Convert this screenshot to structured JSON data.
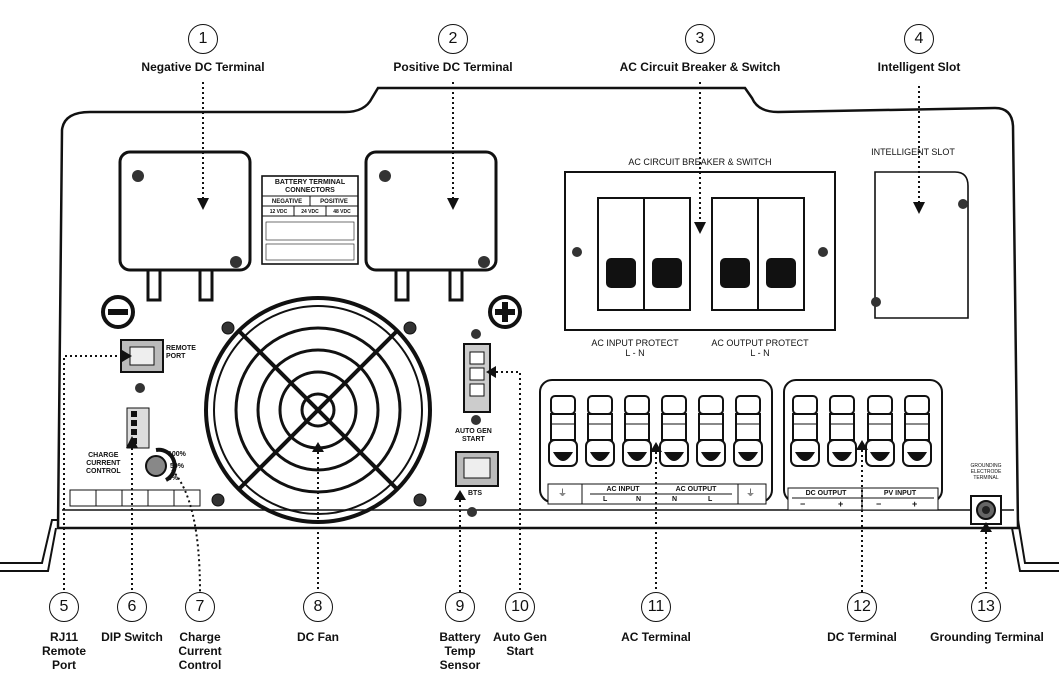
{
  "callouts_top": [
    {
      "num": "1",
      "label": "Negative DC Terminal"
    },
    {
      "num": "2",
      "label": "Positive DC Terminal"
    },
    {
      "num": "3",
      "label": "AC Circuit Breaker & Switch"
    },
    {
      "num": "4",
      "label": "Intelligent Slot"
    }
  ],
  "callouts_bottom": [
    {
      "num": "5",
      "label": "RJ11\nRemote\nPort"
    },
    {
      "num": "6",
      "label": "DIP Switch"
    },
    {
      "num": "7",
      "label": "Charge\nCurrent\nControl"
    },
    {
      "num": "8",
      "label": "DC Fan"
    },
    {
      "num": "9",
      "label": "Battery\nTemp\nSensor"
    },
    {
      "num": "10",
      "label": "Auto Gen\nStart"
    },
    {
      "num": "11",
      "label": "AC Terminal"
    },
    {
      "num": "12",
      "label": "DC Terminal"
    },
    {
      "num": "13",
      "label": "Grounding Terminal"
    }
  ],
  "panel": {
    "battery_label": {
      "title": "BATTERY TERMINAL\nCONNECTORS",
      "col_neg": "NEGATIVE",
      "col_pos": "POSITIVE",
      "volts": [
        "12 VDC",
        "24 VDC",
        "48 VDC"
      ]
    },
    "breaker_title": "AC CIRCUIT BREAKER & SWITCH",
    "ac_input_protect": "AC INPUT PROTECT\nL - N",
    "ac_output_protect": "AC OUTPUT PROTECT\nL - N",
    "intelligent_slot": "INTELLIGENT SLOT",
    "remote_port": "REMOTE\nPORT",
    "charge_control": "CHARGE\nCURRENT\nCONTROL",
    "charge_levels": [
      "100%",
      "50%",
      "0%"
    ],
    "auto_gen_start": "AUTO GEN\nSTART",
    "bts": "BTS",
    "ac_input": "AC INPUT",
    "ac_output": "AC OUTPUT",
    "ac_pins": [
      "L",
      "N",
      "N",
      "L"
    ],
    "dc_output": "DC OUTPUT",
    "pv_input": "PV INPUT",
    "dc_signs": [
      "−",
      "+",
      "−",
      "+"
    ],
    "grounding": "GROUNDING\nELECTRODE\nTERMINAL"
  }
}
